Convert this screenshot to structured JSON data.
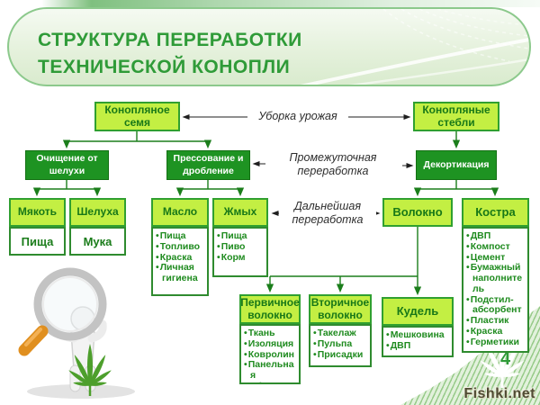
{
  "header": {
    "title_line1": "СТРУКТУРА ПЕРЕРАБОТКИ",
    "title_line2": "ТЕХНИЧЕСКОЙ КОНОПЛИ"
  },
  "colors": {
    "accent_green": "#2f9b38",
    "bright_box_fill": "#c3ef43",
    "dark_box_fill": "#1e9322",
    "connector_green": "#1b7e1b"
  },
  "flow_labels": {
    "harvest": "Уборка урожая",
    "intermediate_line1": "Промежуточная",
    "intermediate_line2": "переработка",
    "further_line1": "Дальнейшая",
    "further_line2": "переработка"
  },
  "nodes": {
    "hemp_seed": {
      "label": "Конопляное семя"
    },
    "hemp_stalks": {
      "label": "Конопляные стебли"
    },
    "husk_cleaning": {
      "label": "Очищение от шелухи"
    },
    "pressing": {
      "label": "Прессование и дробление"
    },
    "decortication": {
      "label": "Декортикация"
    },
    "pulp": {
      "label": "Мякоть",
      "product": "Пища"
    },
    "husk": {
      "label": "Шелуха",
      "product": "Мука"
    },
    "oil": {
      "label": "Масло",
      "products": [
        "Пища",
        "Топливо",
        "Краска",
        "Личная гигиена"
      ]
    },
    "cake": {
      "label": "Жмых",
      "products": [
        "Пища",
        "Пиво",
        "Корм"
      ]
    },
    "fiber": {
      "label": "Волокно"
    },
    "hurd": {
      "label": "Костра",
      "products": [
        "ДВП",
        "Компост",
        "Цемент",
        "Бумажный наполнитель",
        "Подстил-абсорбент",
        "Пластик",
        "Краска",
        "Герметики"
      ]
    },
    "primary_fiber": {
      "label": "Первичное волокно",
      "products": [
        "Ткань",
        "Изоляция",
        "Ковролин",
        "Панельная обшивка"
      ]
    },
    "secondary_fiber": {
      "label": "Вторичное волокно",
      "products": [
        "Такелаж",
        "Пульпа",
        "Присадки"
      ]
    },
    "tow": {
      "label": "Кудель",
      "products": [
        "Мешковина",
        "ДВП"
      ]
    }
  },
  "footer": {
    "page_number": "4",
    "watermark": "Fishki.net"
  }
}
